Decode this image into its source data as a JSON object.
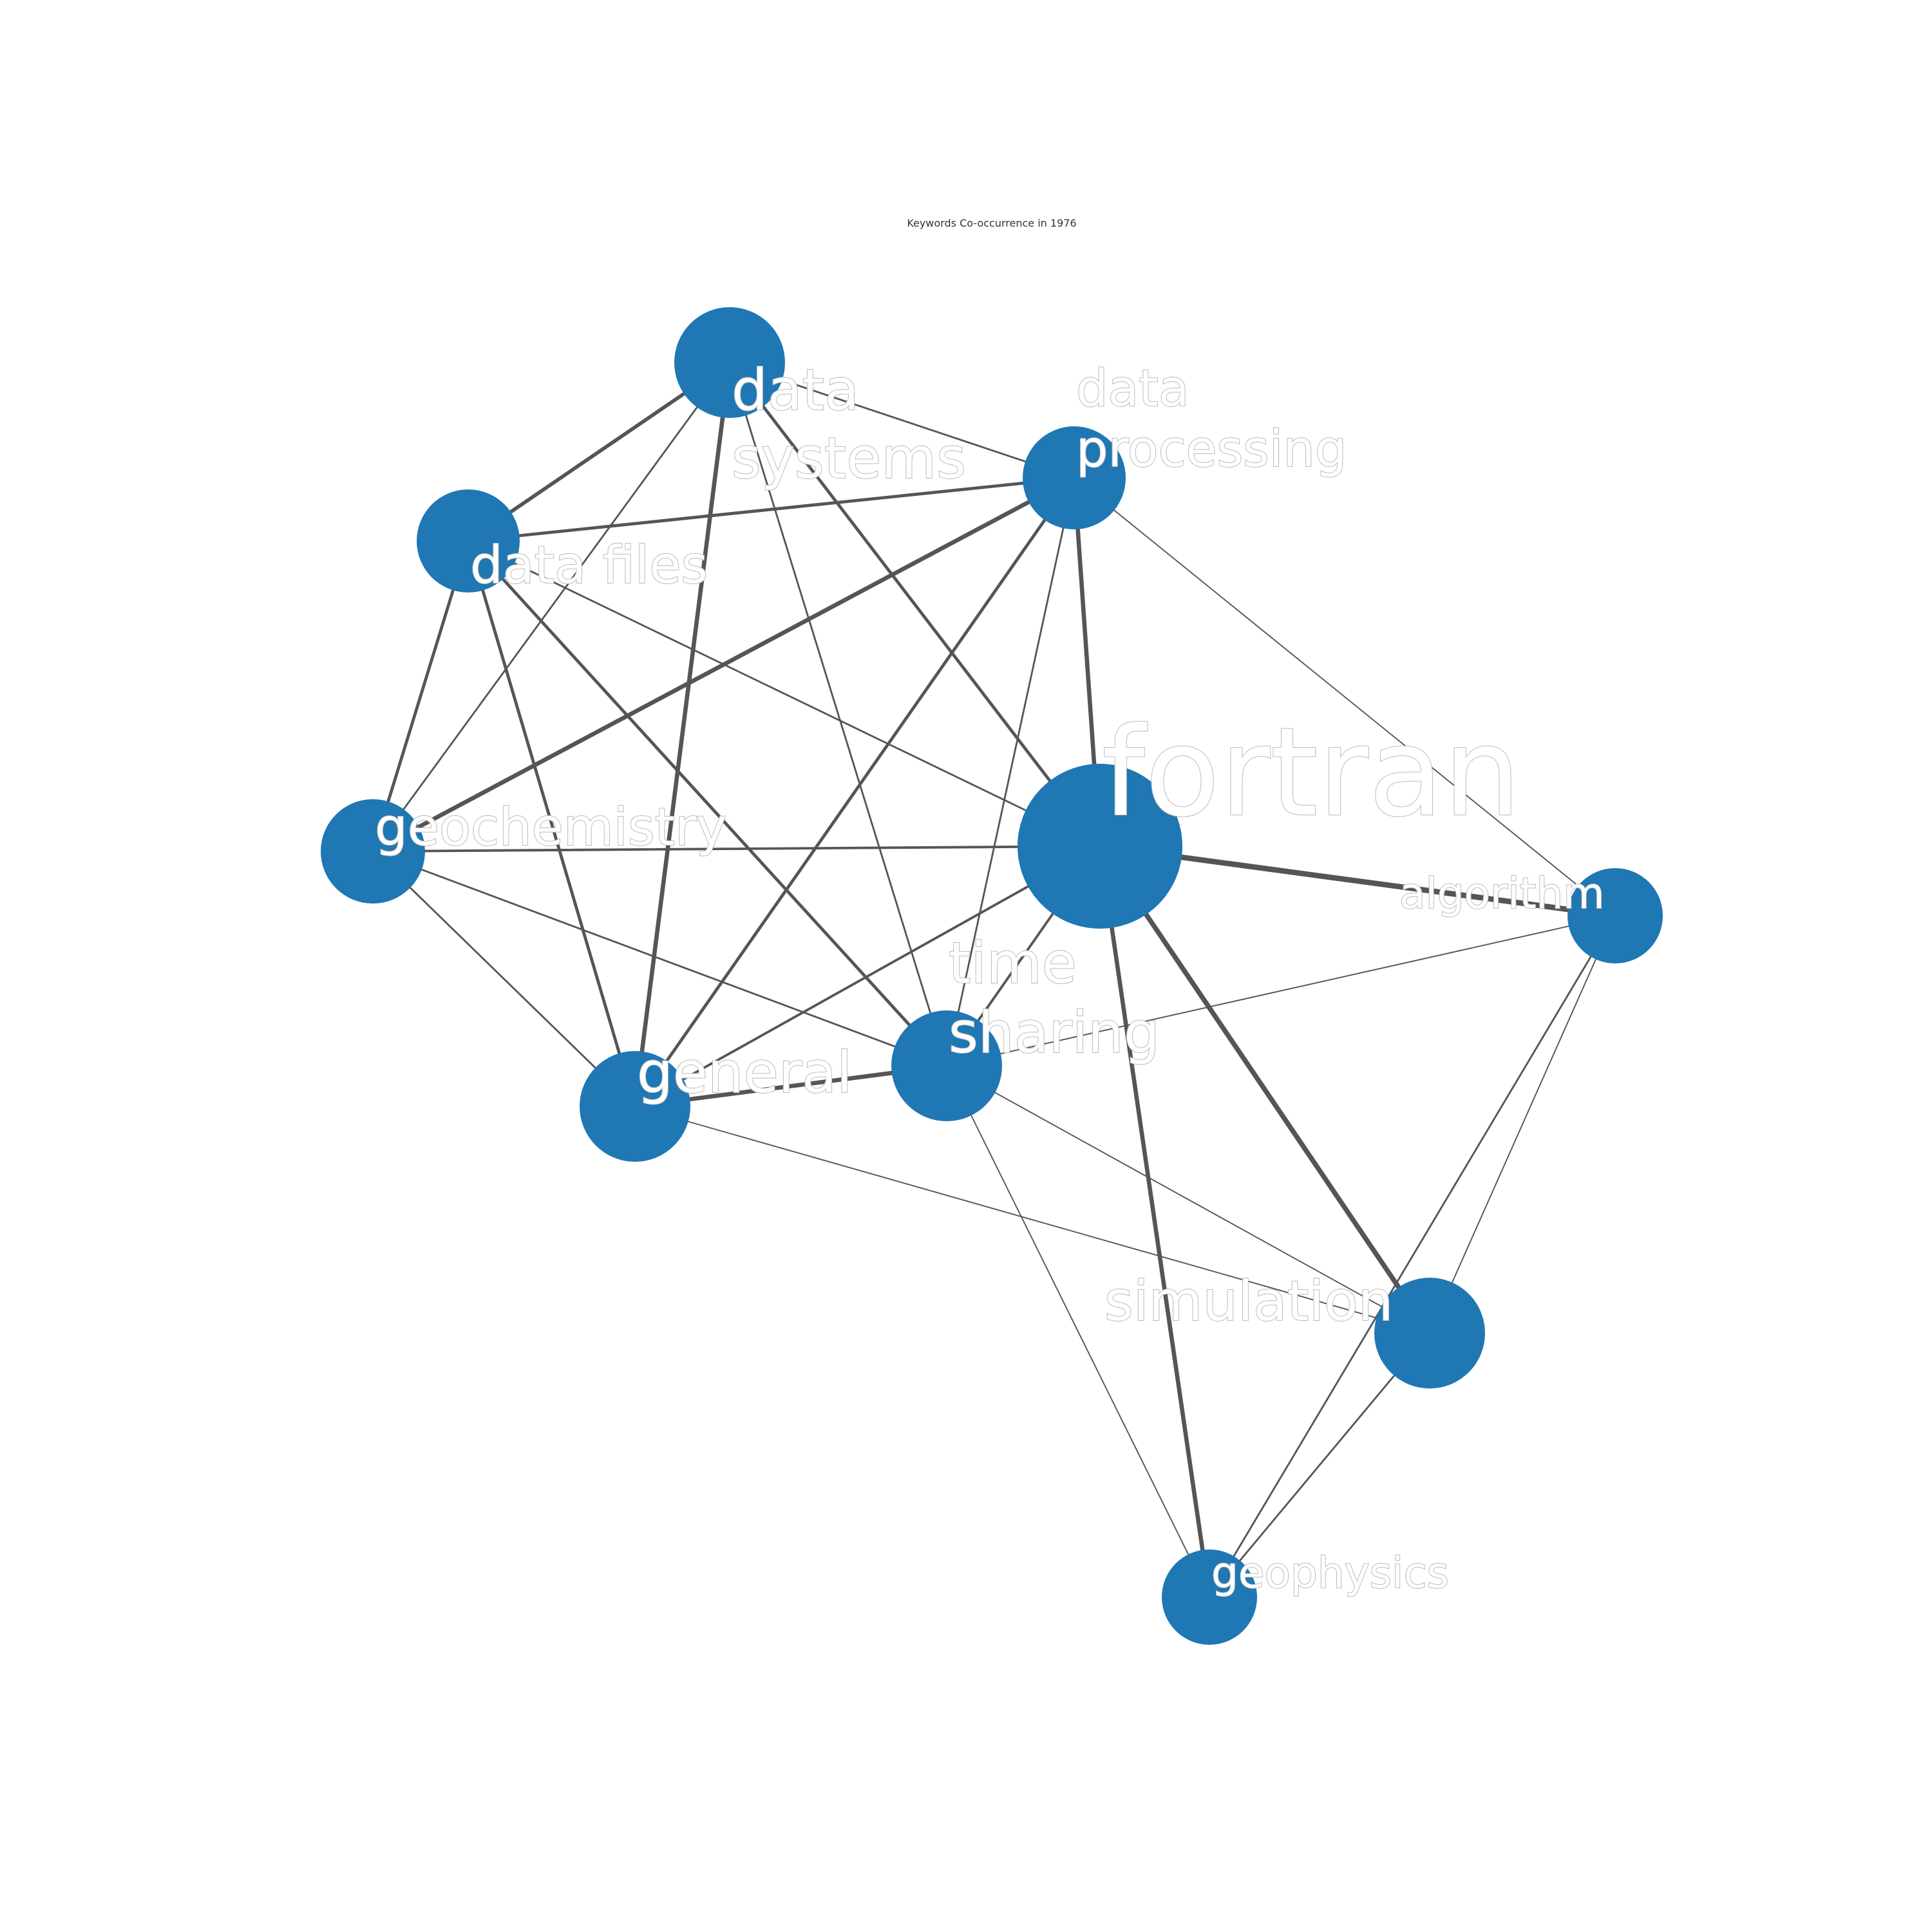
{
  "title": "Keywords Co-occurrence in 1976",
  "colors": {
    "node": "#1f77b4",
    "edge": "#555555",
    "label_fill": "#ffffff",
    "label_outline": "#bbbbbb"
  },
  "nodes": [
    {
      "id": "data-systems",
      "label": [
        "data",
        "systems"
      ]
    },
    {
      "id": "data-processing",
      "label": [
        "data",
        "processing"
      ]
    },
    {
      "id": "data-files",
      "label": [
        "data files"
      ]
    },
    {
      "id": "fortran",
      "label": [
        "fortran"
      ]
    },
    {
      "id": "geochemistry",
      "label": [
        "geochemistry"
      ]
    },
    {
      "id": "algorithm",
      "label": [
        "algorithm"
      ]
    },
    {
      "id": "time-sharing",
      "label": [
        "time",
        "sharing"
      ]
    },
    {
      "id": "general",
      "label": [
        "general"
      ]
    },
    {
      "id": "simulation",
      "label": [
        "simulation"
      ]
    },
    {
      "id": "geophysics",
      "label": [
        "geophysics"
      ]
    }
  ],
  "edges": [
    {
      "source": "data-systems",
      "target": "data-files",
      "weight": 3
    },
    {
      "source": "data-systems",
      "target": "data-processing",
      "weight": 1.5
    },
    {
      "source": "data-systems",
      "target": "geochemistry",
      "weight": 1.5
    },
    {
      "source": "data-systems",
      "target": "general",
      "weight": 3.5
    },
    {
      "source": "data-systems",
      "target": "time-sharing",
      "weight": 1.5
    },
    {
      "source": "data-systems",
      "target": "fortran",
      "weight": 2.5
    },
    {
      "source": "data-files",
      "target": "data-processing",
      "weight": 2.5
    },
    {
      "source": "data-files",
      "target": "geochemistry",
      "weight": 2.5
    },
    {
      "source": "data-files",
      "target": "general",
      "weight": 2.5
    },
    {
      "source": "data-files",
      "target": "time-sharing",
      "weight": 2.5
    },
    {
      "source": "data-files",
      "target": "fortran",
      "weight": 1.5
    },
    {
      "source": "data-processing",
      "target": "geochemistry",
      "weight": 3.5
    },
    {
      "source": "data-processing",
      "target": "general",
      "weight": 2.5
    },
    {
      "source": "data-processing",
      "target": "time-sharing",
      "weight": 1.5
    },
    {
      "source": "data-processing",
      "target": "fortran",
      "weight": 3.5
    },
    {
      "source": "data-processing",
      "target": "algorithm",
      "weight": 1
    },
    {
      "source": "geochemistry",
      "target": "fortran",
      "weight": 2
    },
    {
      "source": "geochemistry",
      "target": "general",
      "weight": 1.5
    },
    {
      "source": "geochemistry",
      "target": "time-sharing",
      "weight": 1.5
    },
    {
      "source": "general",
      "target": "time-sharing",
      "weight": 3.5
    },
    {
      "source": "general",
      "target": "fortran",
      "weight": 2
    },
    {
      "source": "general",
      "target": "simulation",
      "weight": 1
    },
    {
      "source": "time-sharing",
      "target": "fortran",
      "weight": 2
    },
    {
      "source": "time-sharing",
      "target": "algorithm",
      "weight": 1
    },
    {
      "source": "time-sharing",
      "target": "simulation",
      "weight": 1
    },
    {
      "source": "time-sharing",
      "target": "geophysics",
      "weight": 1
    },
    {
      "source": "fortran",
      "target": "algorithm",
      "weight": 4.5
    },
    {
      "source": "fortran",
      "target": "simulation",
      "weight": 4
    },
    {
      "source": "fortran",
      "target": "geophysics",
      "weight": 3.5
    },
    {
      "source": "algorithm",
      "target": "simulation",
      "weight": 1
    },
    {
      "source": "algorithm",
      "target": "geophysics",
      "weight": 1.5
    },
    {
      "source": "simulation",
      "target": "geophysics",
      "weight": 1.5
    }
  ]
}
